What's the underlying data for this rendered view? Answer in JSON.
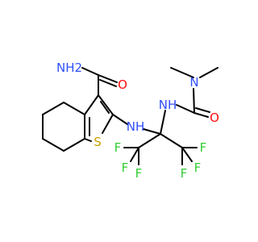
{
  "molecule": {
    "colors": {
      "bond": "#000000",
      "N": "#3050F8",
      "O": "#FF0D0D",
      "S": "#C8A000",
      "F": "#33CC33"
    },
    "labels": {
      "amide_nh2": "NH2",
      "h2": "H",
      "n2": "N",
      "amide_o": "O",
      "amine_nh": "NH",
      "urea_nh": "NH",
      "urea_n": "N",
      "urea_o": "O",
      "thio_s": "S",
      "f_left_top": "F",
      "f_left_mid": "F",
      "f_left_bot": "F",
      "f_right_top": "F",
      "f_right_mid": "F",
      "f_right_bot": "F"
    }
  }
}
